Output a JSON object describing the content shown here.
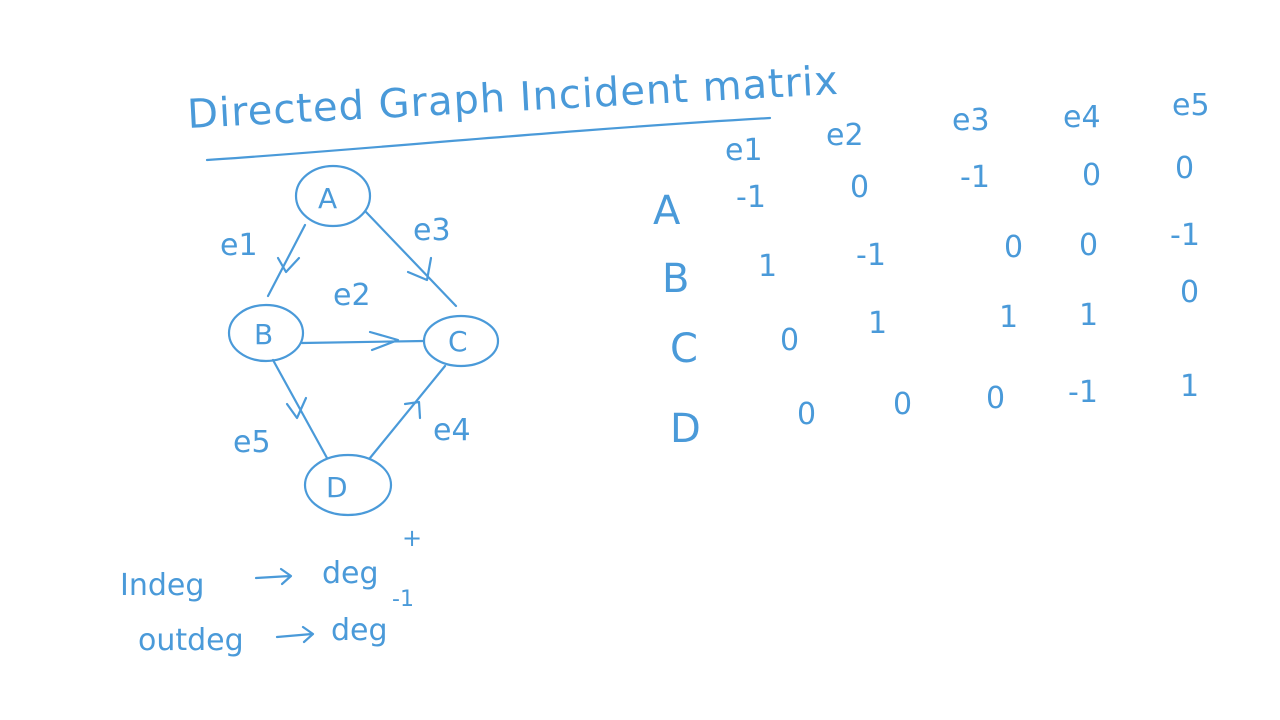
{
  "title": "Directed Graph Incident matrix",
  "graph": {
    "nodes": [
      "A",
      "B",
      "C",
      "D"
    ],
    "edges": [
      {
        "label": "e1",
        "from": "A",
        "to": "B"
      },
      {
        "label": "e2",
        "from": "B",
        "to": "C"
      },
      {
        "label": "e3",
        "from": "A",
        "to": "C"
      },
      {
        "label": "e4",
        "from": "D",
        "to": "C"
      },
      {
        "label": "e5",
        "from": "B",
        "to": "D"
      }
    ]
  },
  "matrix": {
    "columns": [
      "e1",
      "e2",
      "e3",
      "e4",
      "e5"
    ],
    "rows": [
      {
        "label": "A",
        "cells": [
          "-1",
          "0",
          "-1",
          "0",
          "0"
        ]
      },
      {
        "label": "B",
        "cells": [
          "1",
          "-1",
          "0",
          "0",
          "-1"
        ]
      },
      {
        "label": "C",
        "cells": [
          "0",
          "1",
          "1",
          "1",
          "0"
        ]
      },
      {
        "label": "D",
        "cells": [
          "0",
          "0",
          "0",
          "-1",
          "1"
        ]
      }
    ]
  },
  "notes": {
    "indeg_label": "Indeg",
    "indeg_symbol": "deg",
    "indeg_sup": "+",
    "outdeg_label": "outdeg",
    "outdeg_symbol": "deg",
    "outdeg_sup": "-1"
  },
  "colors": {
    "ink": "#4a9ad9",
    "background": "#ffffff"
  }
}
